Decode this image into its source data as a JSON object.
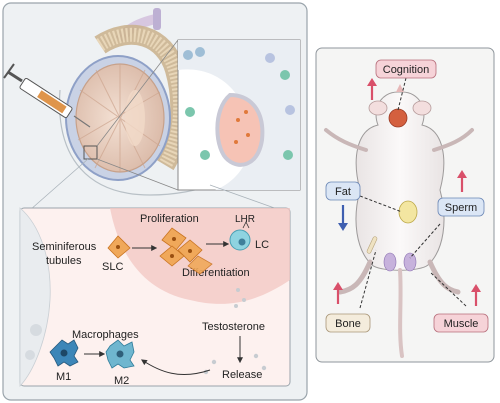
{
  "testis_panel": {
    "labels": {
      "seminiferous_tubules_line1": "Seminiferous",
      "seminiferous_tubules_line2": "tubules",
      "slc": "SLC",
      "proliferation": "Proliferation",
      "lhr": "LHR",
      "lc": "LC",
      "differentiation": "Differentiation",
      "testosterone": "Testosterone",
      "release": "Release",
      "macrophages": "Macrophages",
      "m1": "M1",
      "m2": "M2"
    }
  },
  "mouse_panel": {
    "labels": {
      "cognition": "Cognition",
      "fat": "Fat",
      "sperm": "Sperm",
      "bone": "Bone",
      "muscle": "Muscle"
    },
    "effects": {
      "cognition": "up",
      "fat": "down",
      "sperm": "up",
      "bone": "up",
      "muscle": "up"
    }
  },
  "colors": {
    "up_arrow": "#d9506a",
    "down_arrow": "#3f5fb0",
    "cognition_box": "#f6d3d8",
    "fat_box": "#dbe6f5",
    "sperm_box": "#dbe6f5",
    "bone_box": "#f4ecdc",
    "muscle_box": "#f6d3d8",
    "leydig_cell": "#8fd3e0",
    "stem_cell": "#f0a85a",
    "macrophage": "#3c86b8"
  }
}
